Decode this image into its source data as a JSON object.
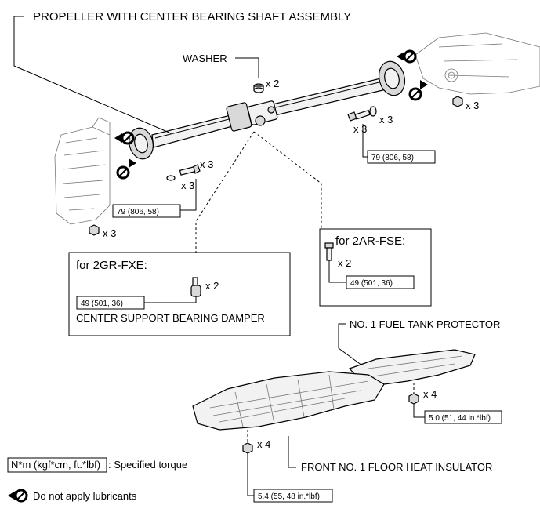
{
  "labels": {
    "propeller_assembly": "PROPELLER WITH CENTER BEARING SHAFT ASSEMBLY",
    "washer": "WASHER",
    "center_support_bearing_damper": "CENTER SUPPORT BEARING DAMPER",
    "fuel_tank_protector": "NO. 1 FUEL TANK PROTECTOR",
    "floor_heat_insulator": "FRONT NO. 1 FLOOR HEAT INSULATOR"
  },
  "quantities": {
    "washer": "x 2",
    "rear_nut": "x 3",
    "rear_washer": "x 3",
    "rear_bolt": "x 3",
    "front_bolt": "x 3",
    "front_washer": "x 3",
    "front_nut": "x 3",
    "gr_bolt": "x 2",
    "ar_bolt": "x 2",
    "tank_nut": "x 4",
    "insulator_nut": "x 4"
  },
  "torques": {
    "rear_flange": "79 (806, 58)",
    "front_flange": "79 (806, 58)",
    "gr_bearing": "49 (501, 36)",
    "ar_bearing": "49 (501, 36)",
    "tank_protector": "5.0 (51, 44 in.*lbf)",
    "heat_insulator": "5.4 (55, 48 in.*lbf)"
  },
  "variants": {
    "gr": "for 2GR-FXE:",
    "ar": "for 2AR-FSE:"
  },
  "legend": {
    "torque_box": "N*m (kgf*cm, ft.*lbf)",
    "torque_desc": ": Specified torque",
    "no_lube": "Do not apply lubricants"
  },
  "icons": [
    "no-lubricant-icon",
    "bolt-icon",
    "nut-icon",
    "washer-icon"
  ]
}
